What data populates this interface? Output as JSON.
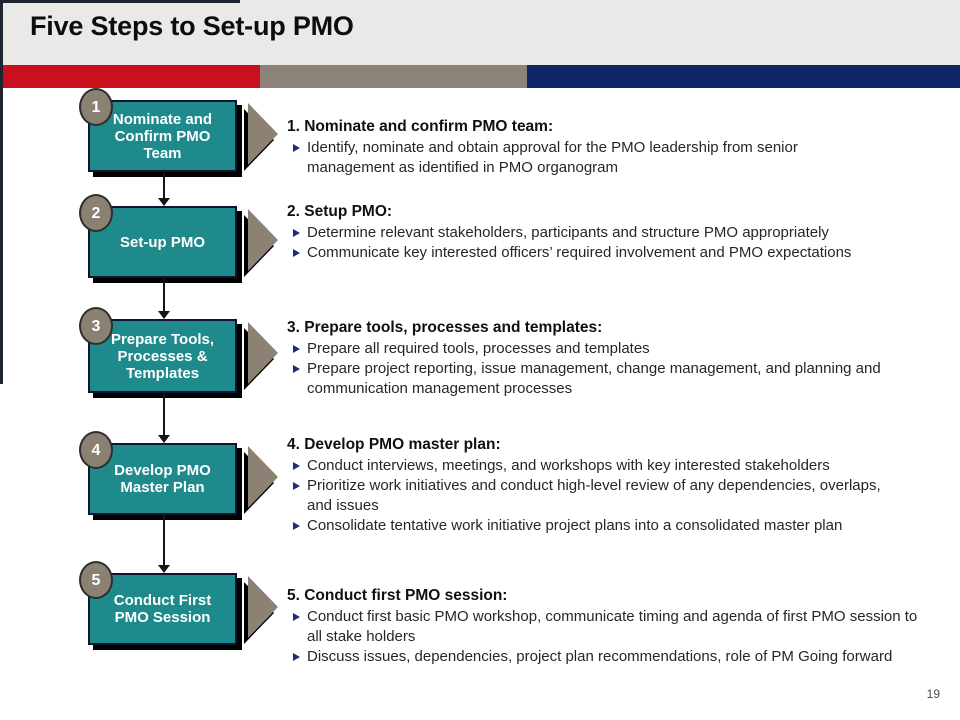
{
  "slide": {
    "title": "Five Steps to Set-up PMO",
    "page_number": "19"
  },
  "colors": {
    "header_background": "#e9e9e8",
    "bar_red": "#c9101e",
    "bar_taupe": "#8d8277",
    "bar_navy": "#0e2566",
    "box_teal": "#1e8a8c",
    "badge_gray": "#8b8173",
    "arrow_taupe": "#8c8173",
    "bullet_navy": "#1f2c7c"
  },
  "steps": [
    {
      "number": "1",
      "box_label": "Nominate and Confirm PMO Team",
      "heading": "1. Nominate and confirm PMO team:",
      "bullets": [
        "Identify, nominate and obtain approval for the PMO leadership from senior management as identified in PMO organogram"
      ]
    },
    {
      "number": "2",
      "box_label": "Set-up PMO",
      "heading": "2. Setup PMO:",
      "bullets": [
        "Determine relevant stakeholders, participants and structure PMO appropriately",
        "Communicate key interested officers’ required involvement and PMO expectations"
      ]
    },
    {
      "number": "3",
      "box_label": "Prepare Tools, Processes & Templates",
      "heading": "3. Prepare tools, processes and templates:",
      "bullets": [
        "Prepare all required tools, processes and templates",
        "Prepare project reporting, issue management, change management, and planning and communication management processes"
      ]
    },
    {
      "number": "4",
      "box_label": "Develop PMO Master Plan",
      "heading": "4. Develop PMO master plan:",
      "bullets": [
        "Conduct interviews, meetings, and workshops with key interested stakeholders",
        "Prioritize work initiatives and conduct high-level review of any dependencies, overlaps, and issues",
        "Consolidate tentative work initiative project plans into a consolidated master plan"
      ]
    },
    {
      "number": "5",
      "box_label": "Conduct First PMO Session",
      "heading": "5. Conduct first PMO session:",
      "bullets": [
        "Conduct first basic PMO workshop, communicate timing and agenda of first PMO session to all stake holders",
        "Discuss issues, dependencies, project plan recommendations, role of PM Going forward"
      ]
    }
  ]
}
